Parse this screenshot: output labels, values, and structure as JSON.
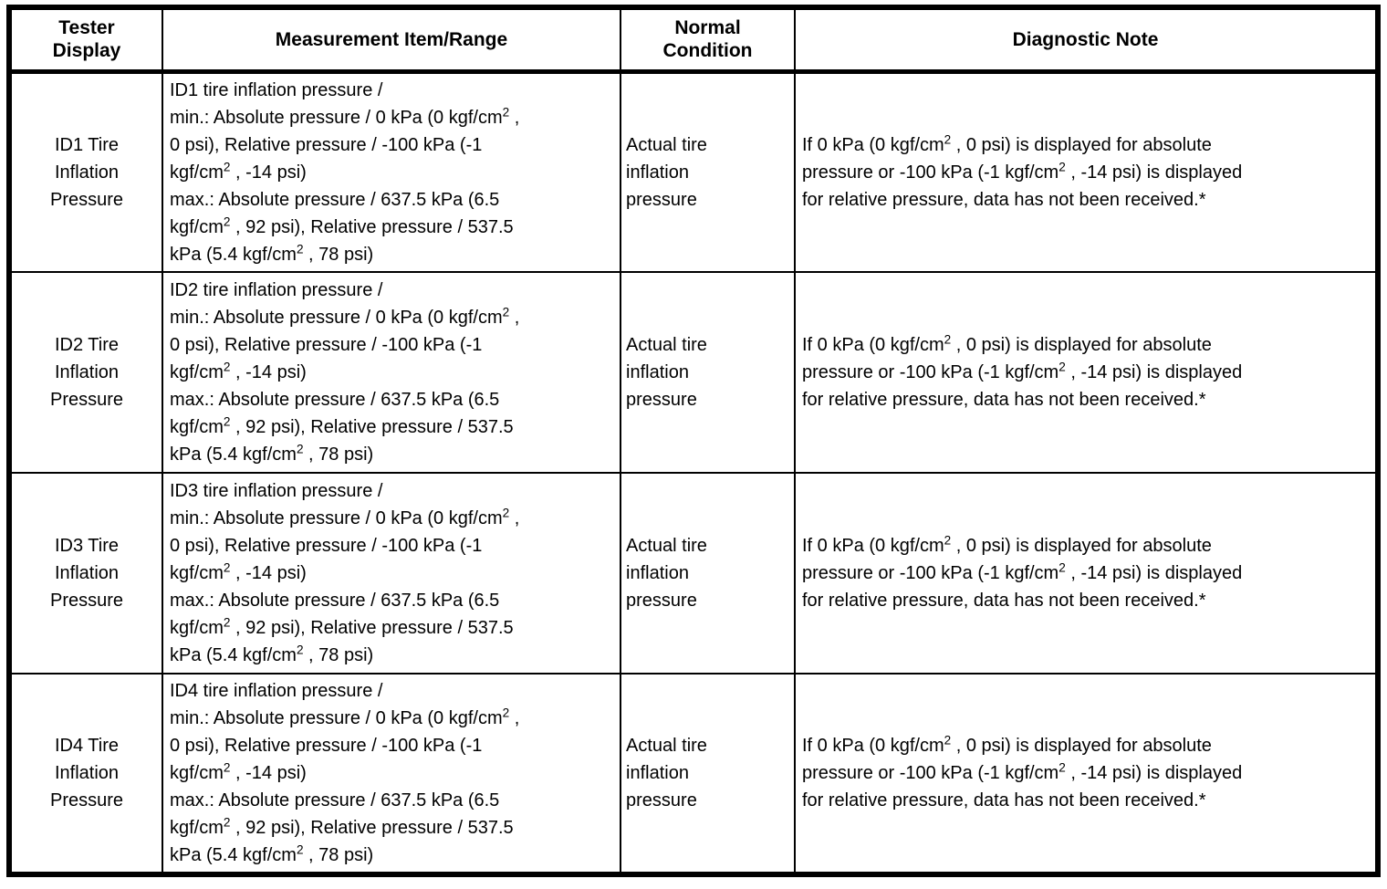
{
  "page": {
    "background_color": "#ffffff",
    "text_color": "#000000",
    "border_color": "#000000"
  },
  "table": {
    "headers": [
      {
        "label": "Tester\nDisplay"
      },
      {
        "label": "Measurement Item/Range"
      },
      {
        "label": "Normal\nCondition"
      },
      {
        "label": "Diagnostic Note"
      }
    ],
    "rows": [
      {
        "tester_display": "ID1 Tire\nInflation\nPressure",
        "measurement_item_range": "ID1 tire inflation pressure /\nmin.: Absolute pressure / 0 kPa (0 kgf/cm² ,\n0 psi), Relative pressure / -100 kPa (-1\nkgf/cm² , -14 psi)\nmax.: Absolute pressure / 637.5 kPa (6.5\nkgf/cm² , 92 psi), Relative pressure / 537.5\nkPa (5.4 kgf/cm² , 78 psi)",
        "normal_condition": "Actual tire\ninflation\npressure",
        "diagnostic_note": "If 0 kPa (0 kgf/cm² , 0 psi) is displayed for absolute\npressure or -100 kPa (-1 kgf/cm² , -14 psi) is displayed\nfor relative pressure, data has not been received.*"
      },
      {
        "tester_display": "ID2 Tire\nInflation\nPressure",
        "measurement_item_range": "ID2 tire inflation pressure /\nmin.: Absolute pressure / 0 kPa (0 kgf/cm² ,\n0 psi), Relative pressure / -100 kPa (-1\nkgf/cm² , -14 psi)\nmax.: Absolute pressure / 637.5 kPa (6.5\nkgf/cm² , 92 psi), Relative pressure / 537.5\nkPa (5.4 kgf/cm² , 78 psi)",
        "normal_condition": "Actual tire\ninflation\npressure",
        "diagnostic_note": "If 0 kPa (0 kgf/cm² , 0 psi) is displayed for absolute\npressure or -100 kPa (-1 kgf/cm² , -14 psi) is displayed\nfor relative pressure, data has not been received.*"
      },
      {
        "tester_display": "ID3 Tire\nInflation\nPressure",
        "measurement_item_range": "ID3 tire inflation pressure /\nmin.: Absolute pressure / 0 kPa (0 kgf/cm² ,\n0 psi), Relative pressure / -100 kPa (-1\nkgf/cm² , -14 psi)\nmax.: Absolute pressure / 637.5 kPa (6.5\nkgf/cm² , 92 psi), Relative pressure / 537.5\nkPa (5.4 kgf/cm² , 78 psi)",
        "normal_condition": "Actual tire\ninflation\npressure",
        "diagnostic_note": "If 0 kPa (0 kgf/cm² , 0 psi) is displayed for absolute\npressure or -100 kPa (-1 kgf/cm² , -14 psi) is displayed\nfor relative pressure, data has not been received.*"
      },
      {
        "tester_display": "ID4 Tire\nInflation\nPressure",
        "measurement_item_range": "ID4 tire inflation pressure /\nmin.: Absolute pressure / 0 kPa (0 kgf/cm² ,\n0 psi), Relative pressure / -100 kPa (-1\nkgf/cm² , -14 psi)\nmax.: Absolute pressure / 637.5 kPa (6.5\nkgf/cm² , 92 psi), Relative pressure / 537.5\nkPa (5.4 kgf/cm² , 78 psi)",
        "normal_condition": "Actual tire\ninflation\npressure",
        "diagnostic_note": "If 0 kPa (0 kgf/cm² , 0 psi) is displayed for absolute\npressure or -100 kPa (-1 kgf/cm² , -14 psi) is displayed\nfor relative pressure, data has not been received.*"
      }
    ]
  }
}
